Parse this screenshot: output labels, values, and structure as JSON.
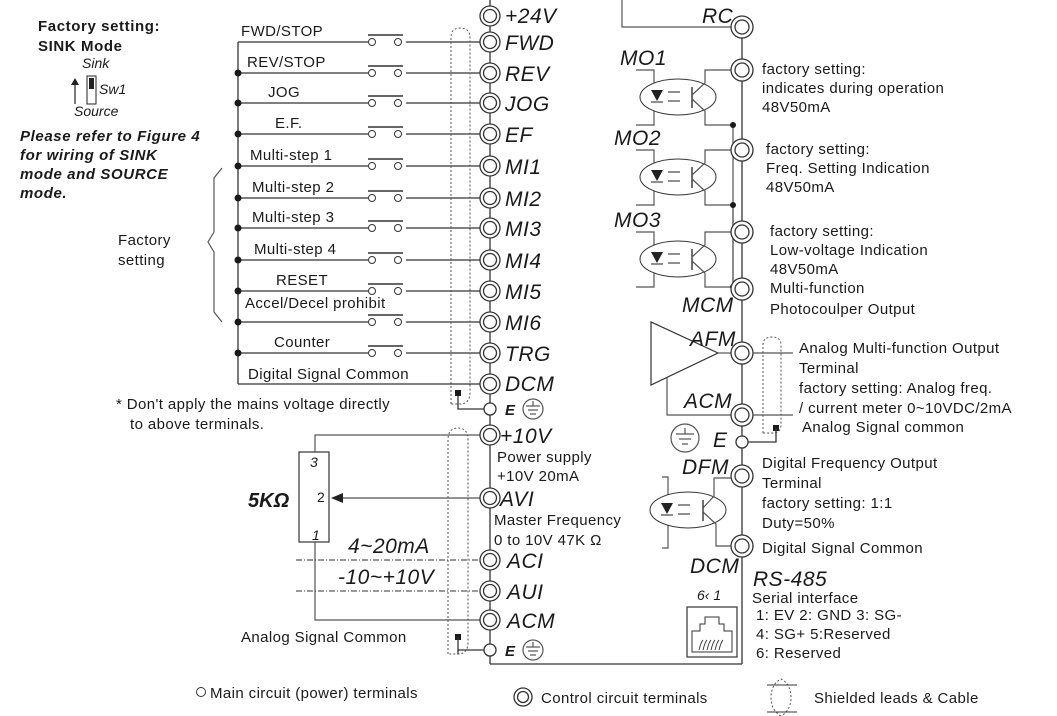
{
  "title_block": {
    "line1": "Factory setting:",
    "line2": "SINK Mode",
    "switch_top": "Sink",
    "switch_name": "Sw1",
    "switch_bottom": "Source",
    "note1": "Please refer to Figure 4",
    "note2": "for wiring of SINK",
    "note3": "mode and SOURCE",
    "note4": "mode."
  },
  "factory_brace": {
    "line1": "Factory",
    "line2": "setting"
  },
  "digital_inputs": [
    {
      "label": "FWD/STOP",
      "terminal": "FWD"
    },
    {
      "label": "REV/STOP",
      "terminal": "REV"
    },
    {
      "label": "JOG",
      "terminal": "JOG"
    },
    {
      "label": "E.F.",
      "terminal": "EF"
    },
    {
      "label": "Multi-step 1",
      "terminal": "MI1"
    },
    {
      "label": "Multi-step 2",
      "terminal": "MI2"
    },
    {
      "label": "Multi-step 3",
      "terminal": "MI3"
    },
    {
      "label": "Multi-step 4",
      "terminal": "MI4"
    },
    {
      "label": "RESET",
      "terminal": "MI5"
    },
    {
      "label": "Accel/Decel prohibit",
      "terminal": "MI6"
    },
    {
      "label": "Counter",
      "terminal": "TRG"
    }
  ],
  "top_terminal": "+24V",
  "common": {
    "label": "Digital Signal Common",
    "terminal": "DCM"
  },
  "earth": {
    "terminal": "E"
  },
  "warning": {
    "line1": "* Don't apply the mains voltage directly",
    "line2": "to above terminals."
  },
  "analog_inputs": {
    "plus10v": "+10V",
    "power_supply1": "Power supply",
    "power_supply2": "+10V 20mA",
    "avi": "AVI",
    "master1": "Master Frequency",
    "master2": "0 to 10V 47K Ω",
    "aci": "ACI",
    "aci_range": "4~20mA",
    "aui": "AUI",
    "aui_range": "-10~+10V",
    "acm": "ACM",
    "acm_label": "Analog Signal Common",
    "e": "E",
    "pot": "5KΩ",
    "pin3": "3",
    "pin2": "2",
    "pin1": "1"
  },
  "relay": {
    "terminal": "RC"
  },
  "multi_outputs": [
    {
      "name": "MO1",
      "lines": [
        "factory setting:",
        "indicates during operation",
        "48V50mA"
      ]
    },
    {
      "name": "MO2",
      "lines": [
        "factory setting:",
        "Freq. Setting Indication",
        "48V50mA"
      ]
    },
    {
      "name": "MO3",
      "lines": [
        "factory setting:",
        "Low-voltage Indication",
        "48V50mA"
      ]
    }
  ],
  "mcm": {
    "terminal": "MCM",
    "lines": [
      "Multi-function",
      "Photocoulper Output"
    ]
  },
  "afm": {
    "terminal": "AFM",
    "lines": [
      "Analog Multi-function Output",
      "Terminal",
      "factory setting: Analog freq.",
      "/ current meter 0~10VDC/2mA"
    ]
  },
  "acm_out": {
    "terminal": "ACM",
    "label": "Analog Signal common"
  },
  "e_out": {
    "terminal": "E"
  },
  "dfm": {
    "terminal": "DFM",
    "lines": [
      "Digital Frequency Output",
      "Terminal",
      "factory setting: 1:1",
      "Duty=50%"
    ]
  },
  "dcm_out": {
    "terminal": "DCM",
    "label": "Digital Signal Common"
  },
  "rs485": {
    "title": "RS-485",
    "subtitle": "Serial interface",
    "pins": "6‹ 1",
    "line1": "1: EV 2: GND 3: SG-",
    "line2": "4: SG+ 5:Reserved",
    "line3": "6: Reserved"
  },
  "legend": {
    "main": "Main circuit (power) terminals",
    "control": "Control circuit terminals",
    "shield": "Shielded leads & Cable"
  }
}
